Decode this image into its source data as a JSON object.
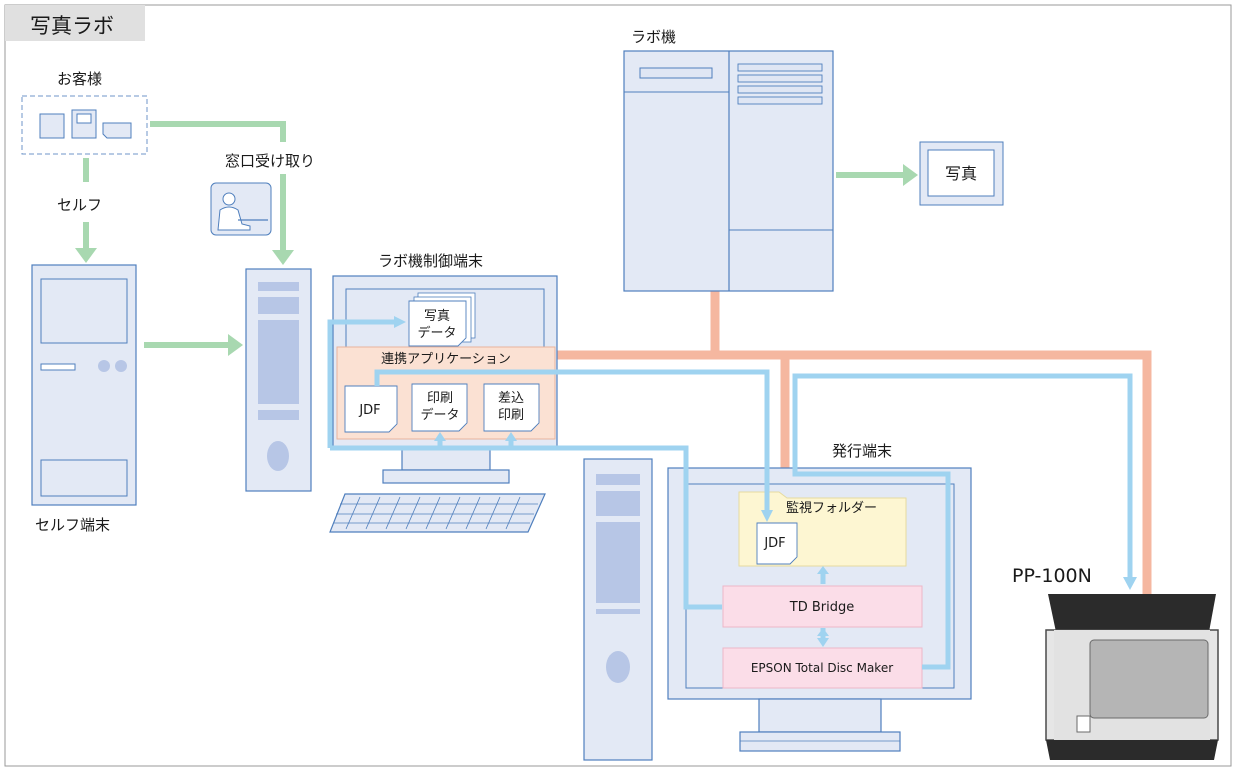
{
  "area_label": "写真ラボ",
  "customer": {
    "label": "お客様"
  },
  "path_self": "セルフ",
  "path_counter": "窓口受け取り",
  "self_terminal": {
    "label": "セルフ端末"
  },
  "control_terminal": {
    "label": "ラボ機制御端末",
    "photo_data": [
      "写真",
      "データ"
    ],
    "app_label": "連携アプリケーション",
    "jdf": "JDF",
    "print_data": [
      "印刷",
      "データ"
    ],
    "merge_print": [
      "差込",
      "印刷"
    ]
  },
  "lab_machine": {
    "label": "ラボ機"
  },
  "photo_output": "写真",
  "issue_terminal": {
    "label": "発行端末",
    "watch_folder": "監視フォルダー",
    "jdf": "JDF",
    "td_bridge": "TD Bridge",
    "total_disc_maker": "EPSON Total Disc Maker"
  },
  "printer": {
    "label": "PP-100N"
  },
  "colors": {
    "device_fill": "#e3e9f5",
    "device_stroke": "#4f7fbd",
    "accent_slot": "#b7c6e6",
    "flow_green": "#a8d8b0",
    "flow_blue": "#9fd3f0",
    "network_salmon": "#f5b7a0",
    "app_peach": "#fbe1d3",
    "folder_yellow": "#fdf6d2",
    "pink_box": "#fbdde8",
    "printer_dark": "#2b2b2b"
  }
}
